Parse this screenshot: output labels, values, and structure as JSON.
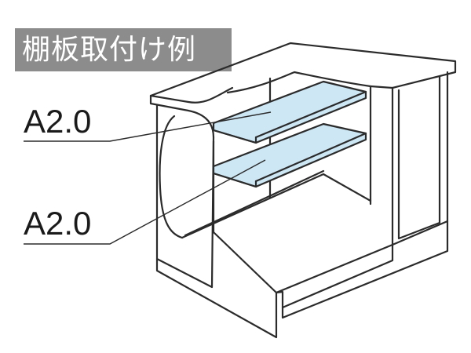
{
  "title": "棚板取付け例",
  "labels": [
    "A2.0",
    "A2.0"
  ],
  "colors": {
    "outline": "#2b2b2b",
    "shelf_fill": "#cde7f5",
    "title_bg": "#8c8c8c",
    "title_text": "#ffffff"
  }
}
